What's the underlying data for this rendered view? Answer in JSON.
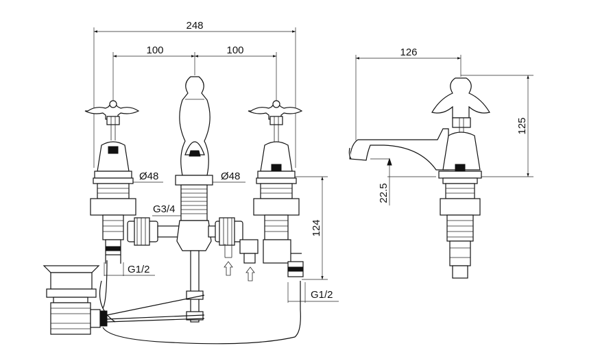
{
  "dimensions": {
    "overall_width": "248",
    "left_centre": "100",
    "right_centre": "100",
    "left_valve_diameter": "Ø48",
    "spout_diameter": "Ø48",
    "spout_thread": "G3/4",
    "valve_height": "124",
    "left_inlet": "G1/2",
    "right_inlet": "G1/2",
    "spout_reach": "126",
    "side_height": "125",
    "spout_clearance": "22.5"
  }
}
